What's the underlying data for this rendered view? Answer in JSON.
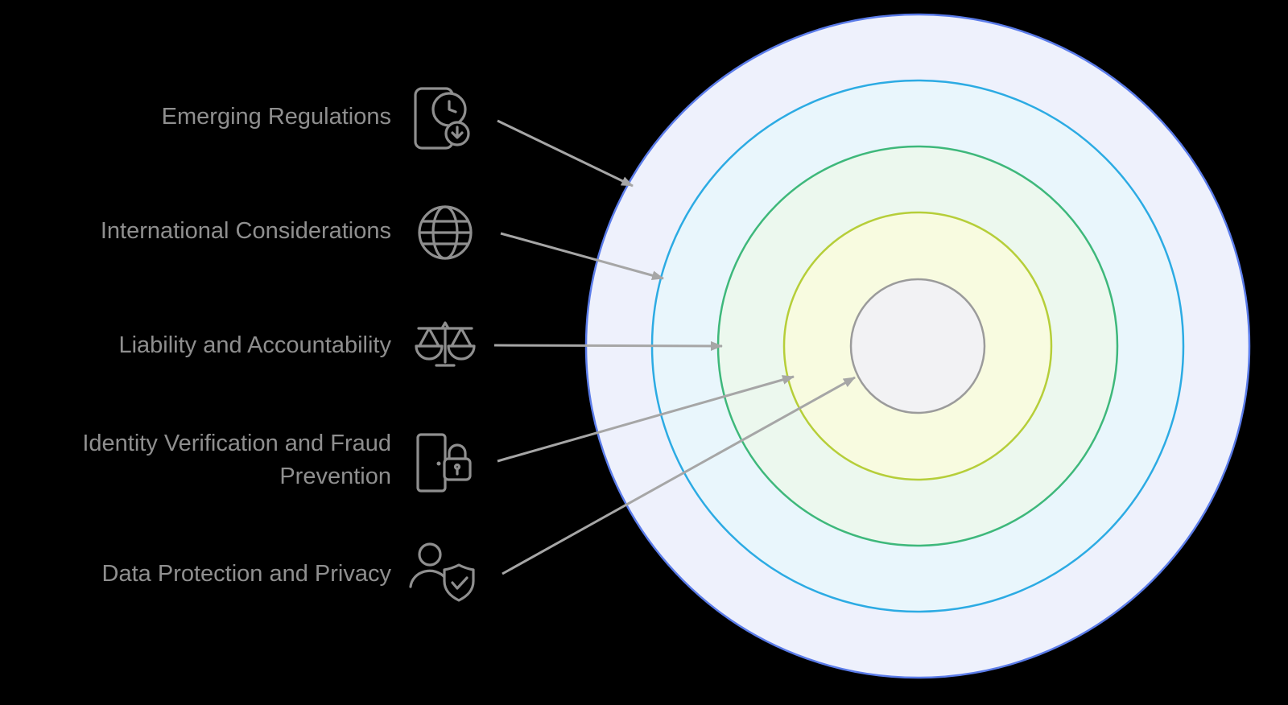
{
  "diagram": {
    "type": "concentric-rings-diagram",
    "background_color": "#000000",
    "text_color": "#8f8f8f",
    "arrow_color": "#a6a6a6",
    "icon_color": "#8f8f8f",
    "items": [
      {
        "label": "Emerging Regulations",
        "icon": "document-clock-download-icon",
        "target_ring": "outer"
      },
      {
        "label": "International Considerations",
        "icon": "globe-icon",
        "target_ring": "ring-2"
      },
      {
        "label": "Liability and Accountability",
        "icon": "scales-of-justice-icon",
        "target_ring": "ring-3"
      },
      {
        "label": "Identity Verification and Fraud Prevention",
        "icon": "door-lock-icon",
        "target_ring": "ring-4"
      },
      {
        "label": "Data Protection and Privacy",
        "icon": "person-shield-check-icon",
        "target_ring": "center"
      }
    ],
    "rings": [
      {
        "name": "outer",
        "stroke": "#5b7ce9",
        "fill": "#eef1fc"
      },
      {
        "name": "ring-2",
        "stroke": "#2cabe3",
        "fill": "#e9f6fc"
      },
      {
        "name": "ring-3",
        "stroke": "#3eb87b",
        "fill": "#ecf8ee"
      },
      {
        "name": "ring-4",
        "stroke": "#b6ce39",
        "fill": "#f8fbe0"
      },
      {
        "name": "center",
        "stroke": "#9b9b9b",
        "fill": "#f2f2f4"
      }
    ]
  }
}
